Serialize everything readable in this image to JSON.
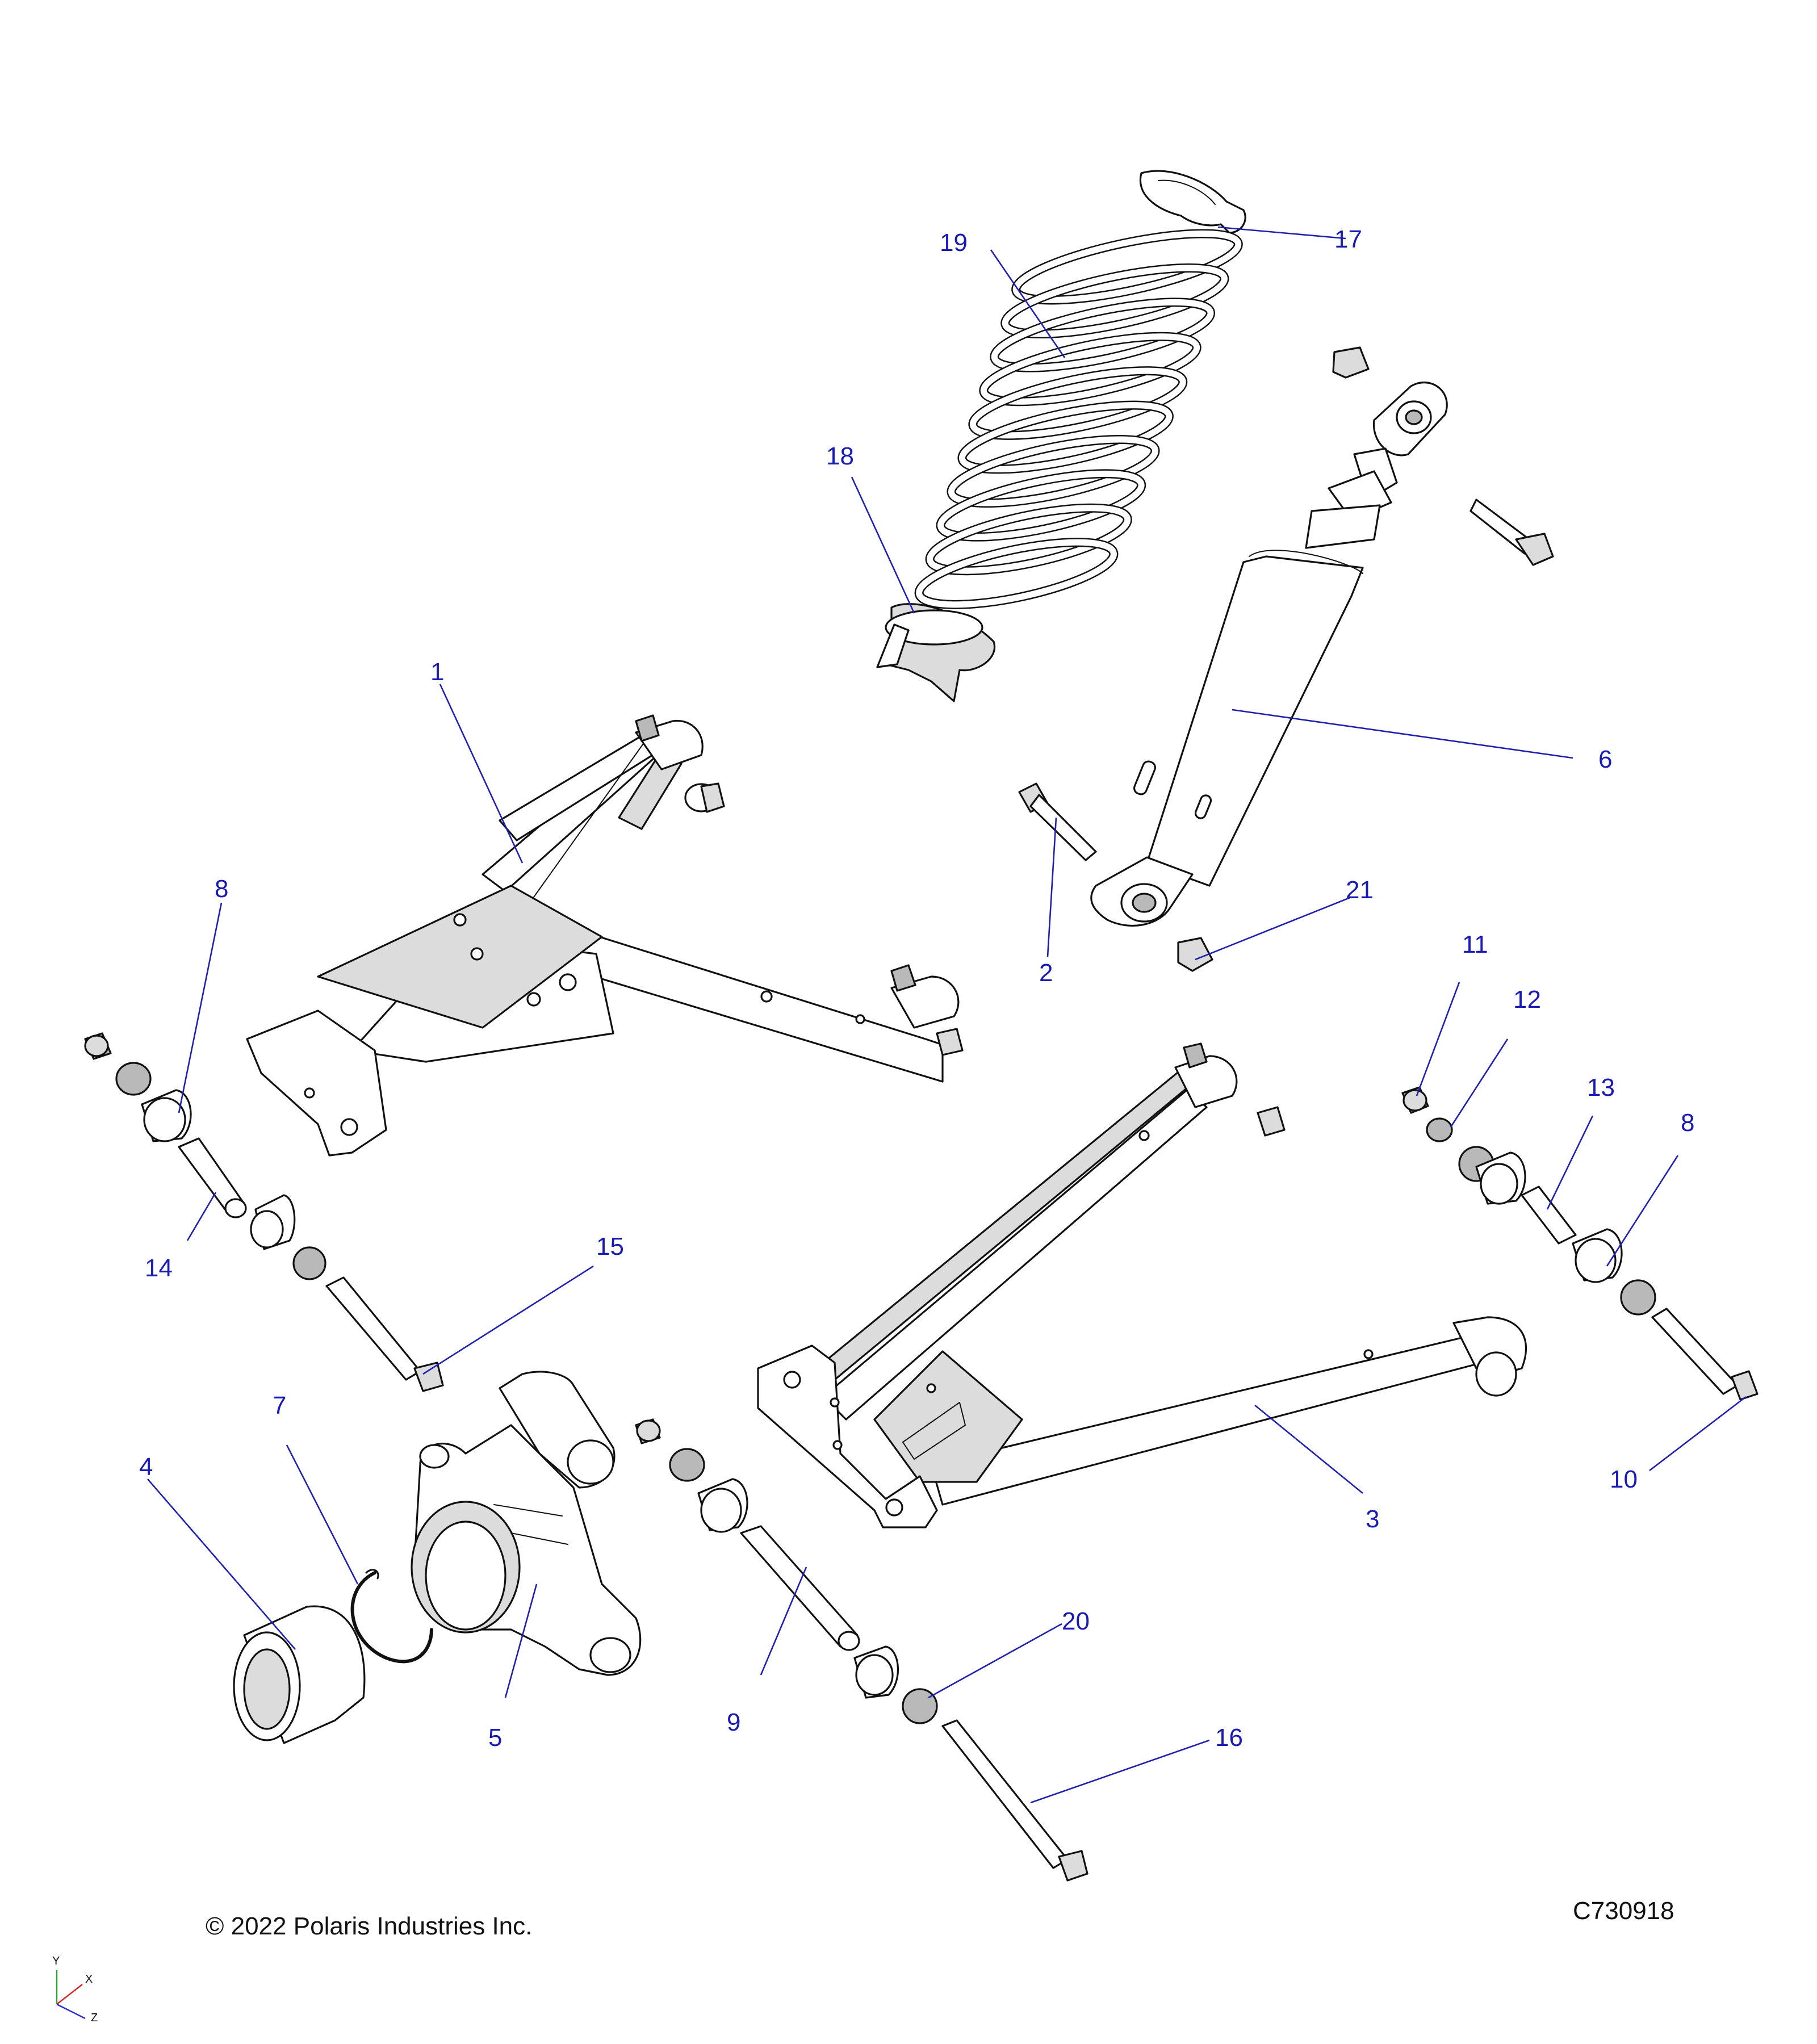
{
  "callouts": [
    {
      "id": "1",
      "label": "1"
    },
    {
      "id": "2",
      "label": "2"
    },
    {
      "id": "3",
      "label": "3"
    },
    {
      "id": "4",
      "label": "4"
    },
    {
      "id": "5",
      "label": "5"
    },
    {
      "id": "6",
      "label": "6"
    },
    {
      "id": "7",
      "label": "7"
    },
    {
      "id": "8a",
      "label": "8"
    },
    {
      "id": "8b",
      "label": "8"
    },
    {
      "id": "9",
      "label": "9"
    },
    {
      "id": "10",
      "label": "10"
    },
    {
      "id": "11",
      "label": "11"
    },
    {
      "id": "12",
      "label": "12"
    },
    {
      "id": "13",
      "label": "13"
    },
    {
      "id": "14",
      "label": "14"
    },
    {
      "id": "15",
      "label": "15"
    },
    {
      "id": "16",
      "label": "16"
    },
    {
      "id": "17",
      "label": "17"
    },
    {
      "id": "18",
      "label": "18"
    },
    {
      "id": "19",
      "label": "19"
    },
    {
      "id": "20",
      "label": "20"
    },
    {
      "id": "21",
      "label": "21"
    }
  ],
  "copyright": "© 2022 Polaris Industries Inc.",
  "drawing_number": "C730918",
  "axis_indicator": {
    "y": "Y",
    "x": "X",
    "z": "Z",
    "y_color": "#2e9e2e",
    "x_color": "#d22020",
    "z_color": "#2a2ad0"
  },
  "colors": {
    "callout": "#1a1ab5",
    "leader": "#1f1fb0",
    "line": "#111111",
    "shade": "#dcdcdc"
  }
}
